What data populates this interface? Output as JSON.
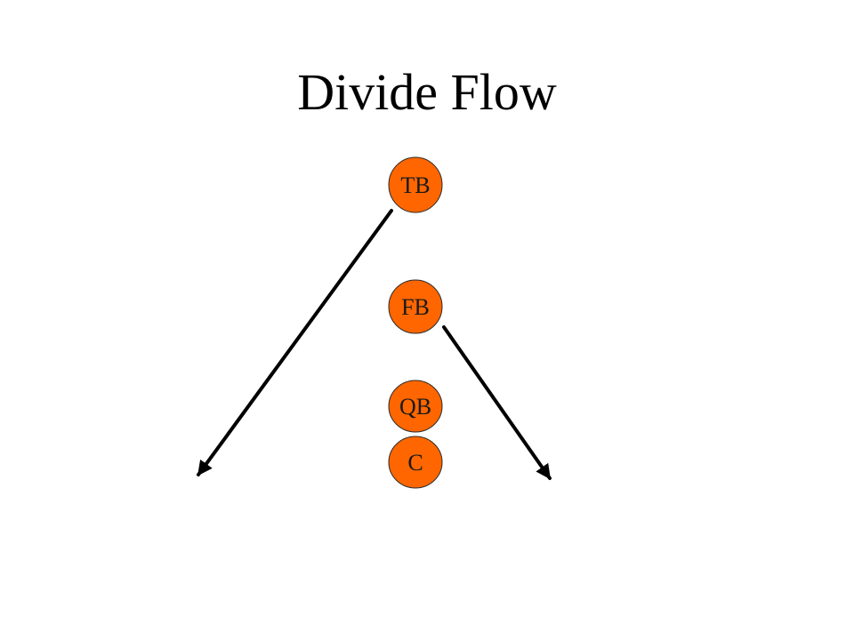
{
  "slide": {
    "title": "Divide Flow"
  },
  "players": [
    {
      "id": "tb",
      "label": "TB"
    },
    {
      "id": "fb",
      "label": "FB"
    },
    {
      "id": "qb",
      "label": "QB"
    },
    {
      "id": "c",
      "label": "C"
    }
  ],
  "routes": [
    {
      "from": "TB",
      "direction": "left"
    },
    {
      "from": "FB",
      "direction": "right"
    }
  ],
  "colors": {
    "player_fill": "#FF6600",
    "player_stroke": "#2b2b2b",
    "label_text": "#1a1a1a",
    "route": "#000000",
    "background": "#FFFFFF"
  }
}
